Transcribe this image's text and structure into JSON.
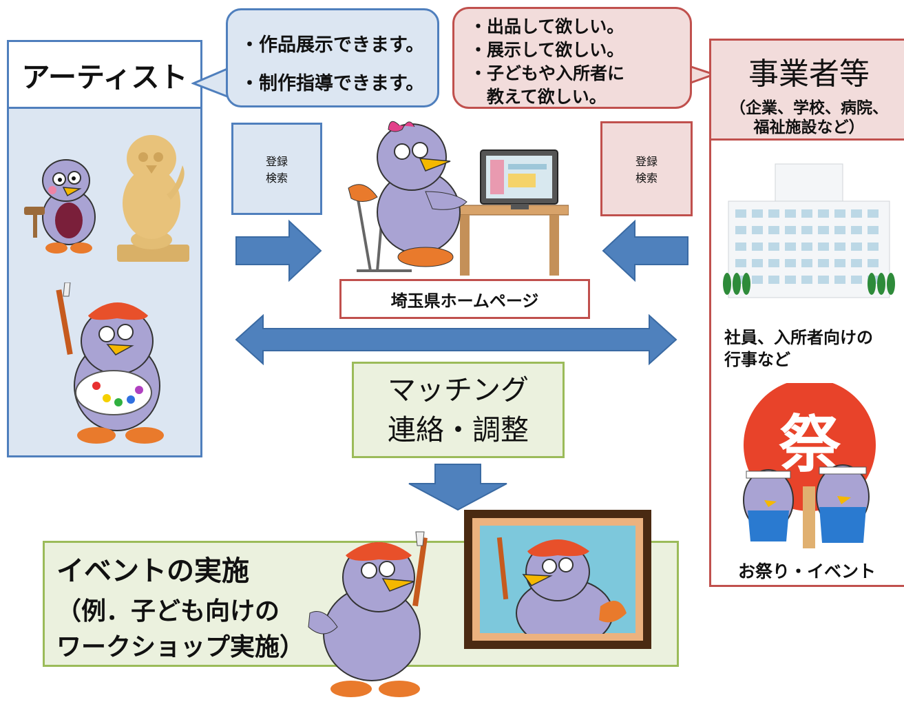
{
  "artist": {
    "title": "アーティスト"
  },
  "artist_bubble": {
    "lines": [
      "・作品展示できます。",
      "・制作指導できます。"
    ]
  },
  "business": {
    "title": "事業者等",
    "subtitle_line1": "（企業、学校、病院、",
    "subtitle_line2": "福祉施設など）",
    "staff_event_line1": "社員、入所者向けの",
    "staff_event_line2": "行事など",
    "festival_caption": "お祭り・イベント",
    "fan_kanji": "祭"
  },
  "business_bubble": {
    "lines": [
      "・出品して欲しい。",
      "・展示して欲しい。",
      "・子どもや入所者に",
      "　教えて欲しい。"
    ]
  },
  "left_box": {
    "line1": "登録",
    "line2": "検索"
  },
  "right_box": {
    "line1": "登録",
    "line2": "検索"
  },
  "homepage": {
    "label": "埼玉県ホームページ"
  },
  "matching": {
    "line1": "マッチング",
    "line2": "連絡・調整"
  },
  "event": {
    "title": "イベントの実施",
    "line1": "（例．子ども向けの",
    "line2": "ワークショップ実施）"
  },
  "colors": {
    "blue_border": "#4f7fbd",
    "blue_fill": "#dce6f2",
    "red_border": "#c0504d",
    "red_fill": "#f2dcdb",
    "green_border": "#9bbb59",
    "green_fill": "#ebf1de",
    "arrow": "#4f81bd",
    "mascot_body": "#a9a3d3",
    "mascot_beak": "#f5b800",
    "mascot_feet": "#e97a2c"
  }
}
